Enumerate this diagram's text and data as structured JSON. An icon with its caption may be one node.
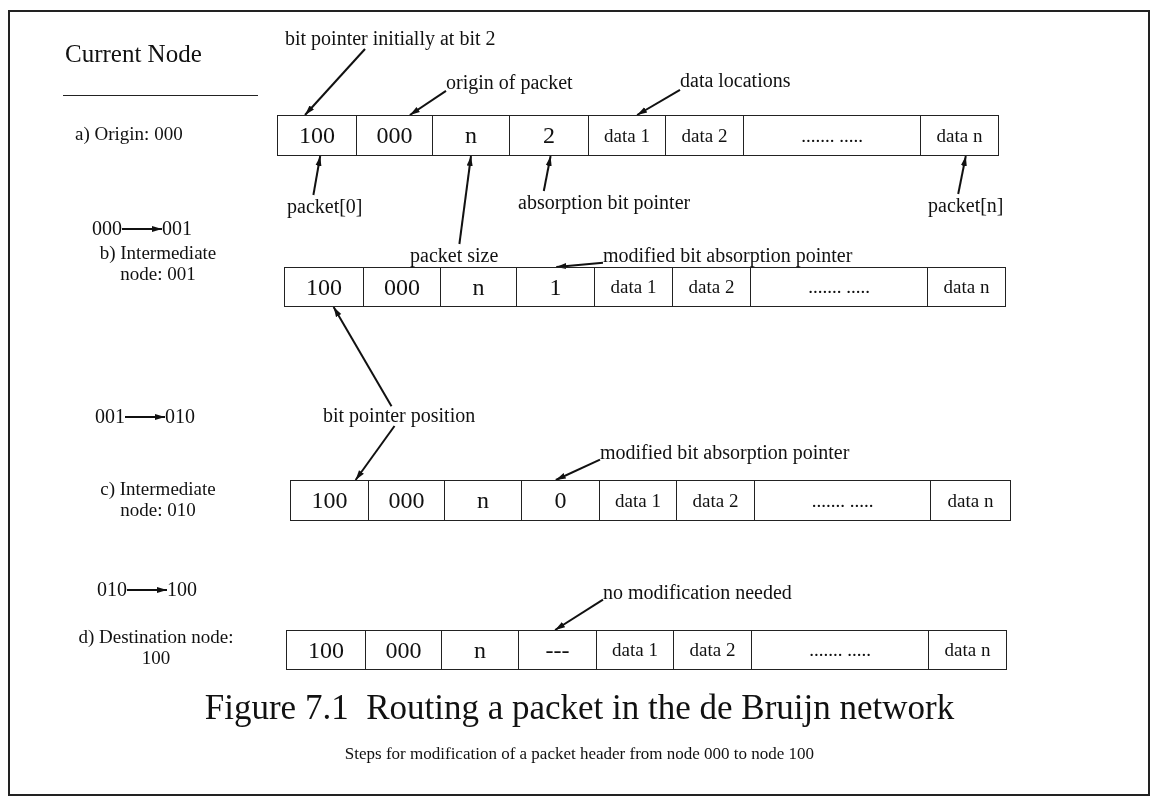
{
  "diagram": {
    "title": "Figure 7.1  Routing a packet in the de Bruijn network",
    "caption": "Steps for modification of a packet header from node 000 to node 100",
    "nodes": [
      {
        "text": [
          "bit pointer initially at bit 2"
        ]
      },
      {
        "text": [
          "origin of packet"
        ]
      },
      {
        "text": [
          "data locations"
        ]
      },
      {
        "text": [
          "100"
        ]
      },
      {
        "text": [
          "000"
        ]
      },
      {
        "text": [
          "n"
        ]
      },
      {
        "text": [
          "2"
        ]
      },
      {
        "text": [
          "data 1"
        ]
      },
      {
        "text": [
          "data 2"
        ]
      },
      {
        "text": [
          "....... ....."
        ]
      },
      {
        "text": [
          "data n"
        ]
      },
      {
        "text": [
          "packet[0]"
        ]
      },
      {
        "text": [
          "absorption bit pointer"
        ]
      },
      {
        "text": [
          "packet[n]"
        ]
      },
      {
        "text": [
          "packet size"
        ]
      },
      {
        "text": [
          "000"
        ]
      },
      {
        "text": [
          "001"
        ]
      },
      {
        "text": [
          "modified bit absorption pointer"
        ]
      },
      {
        "text": [
          "100"
        ]
      },
      {
        "text": [
          "000"
        ]
      },
      {
        "text": [
          "n"
        ]
      },
      {
        "text": [
          "1"
        ]
      },
      {
        "text": [
          "data 1"
        ]
      },
      {
        "text": [
          "data 2"
        ]
      },
      {
        "text": [
          "....... ....."
        ]
      },
      {
        "text": [
          "data n"
        ]
      },
      {
        "text": [
          "001"
        ]
      },
      {
        "text": [
          "bit pointer position"
        ]
      },
      {
        "text": [
          "010"
        ]
      },
      {
        "text": [
          "modified bit absorption pointer"
        ]
      },
      {
        "text": [
          "100"
        ]
      },
      {
        "text": [
          "000"
        ]
      },
      {
        "text": [
          "n"
        ]
      },
      {
        "text": [
          "0"
        ]
      },
      {
        "text": [
          "data 1"
        ]
      },
      {
        "text": [
          "data 2"
        ]
      },
      {
        "text": [
          "....... ....."
        ]
      },
      {
        "text": [
          "data n"
        ]
      },
      {
        "text": [
          "010"
        ]
      },
      {
        "text": [
          "100"
        ]
      },
      {
        "text": [
          "no modification needed"
        ]
      },
      {
        "text": [
          "100"
        ]
      },
      {
        "text": [
          "000"
        ]
      },
      {
        "text": [
          "n"
        ]
      },
      {
        "text": [
          "---"
        ]
      },
      {
        "text": [
          "data 1"
        ]
      },
      {
        "text": [
          "data 2"
        ]
      },
      {
        "text": [
          "....... ....."
        ]
      },
      {
        "text": [
          "data n"
        ]
      }
    ],
    "edges": [
      {
        "from": 0,
        "to": 3,
        "arrow": "to"
      },
      {
        "from": 1,
        "to": 4,
        "arrow": "to"
      },
      {
        "from": 2,
        "to": 7,
        "arrow": "to"
      },
      {
        "from": 11,
        "to": 3,
        "arrow": "to"
      },
      {
        "from": 14,
        "to": 5,
        "arrow": "to"
      },
      {
        "from": 12,
        "to": 6,
        "arrow": "to"
      },
      {
        "from": 13,
        "to": 10,
        "arrow": "to"
      },
      {
        "from": 15,
        "to": 16,
        "arrow": "to"
      },
      {
        "from": 17,
        "to": 21,
        "arrow": "to"
      },
      {
        "from": 27,
        "to": 18,
        "arrow": "to"
      },
      {
        "from": 26,
        "to": 28,
        "arrow": "to"
      },
      {
        "from": 27,
        "to": 30,
        "arrow": "to"
      },
      {
        "from": 29,
        "to": 33,
        "arrow": "to"
      },
      {
        "from": 38,
        "to": 39,
        "arrow": "to"
      },
      {
        "from": 40,
        "to": 44,
        "arrow": "to"
      }
    ],
    "labels": [
      "Current Node",
      "a) Origin: 000",
      "b) Intermediate node: 001",
      "c) Intermediate node: 010",
      "d) Destination node: 100"
    ]
  }
}
